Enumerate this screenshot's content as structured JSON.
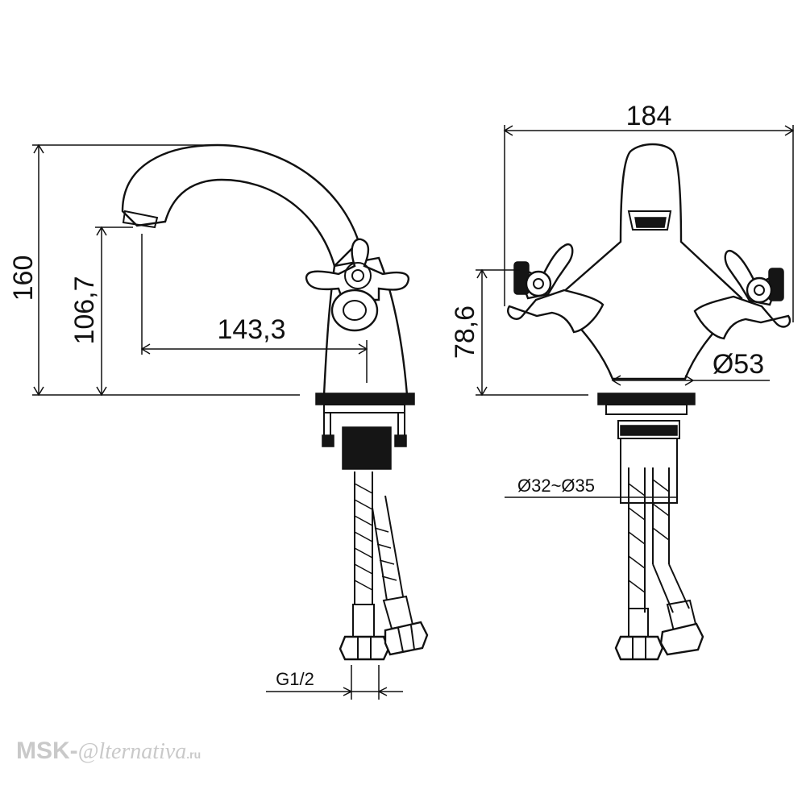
{
  "dimensions": {
    "total_height": "160",
    "spout_height": "106,7",
    "spout_reach": "143,3",
    "total_width": "184",
    "handle_height": "78,6",
    "base_diameter": "Ø53",
    "mount_hole": "Ø32~Ø35",
    "connection_thread": "G1/2"
  },
  "watermark": {
    "prefix": "MSK-",
    "mark": "@",
    "suffix": "lternativa",
    "tld": ".ru"
  }
}
